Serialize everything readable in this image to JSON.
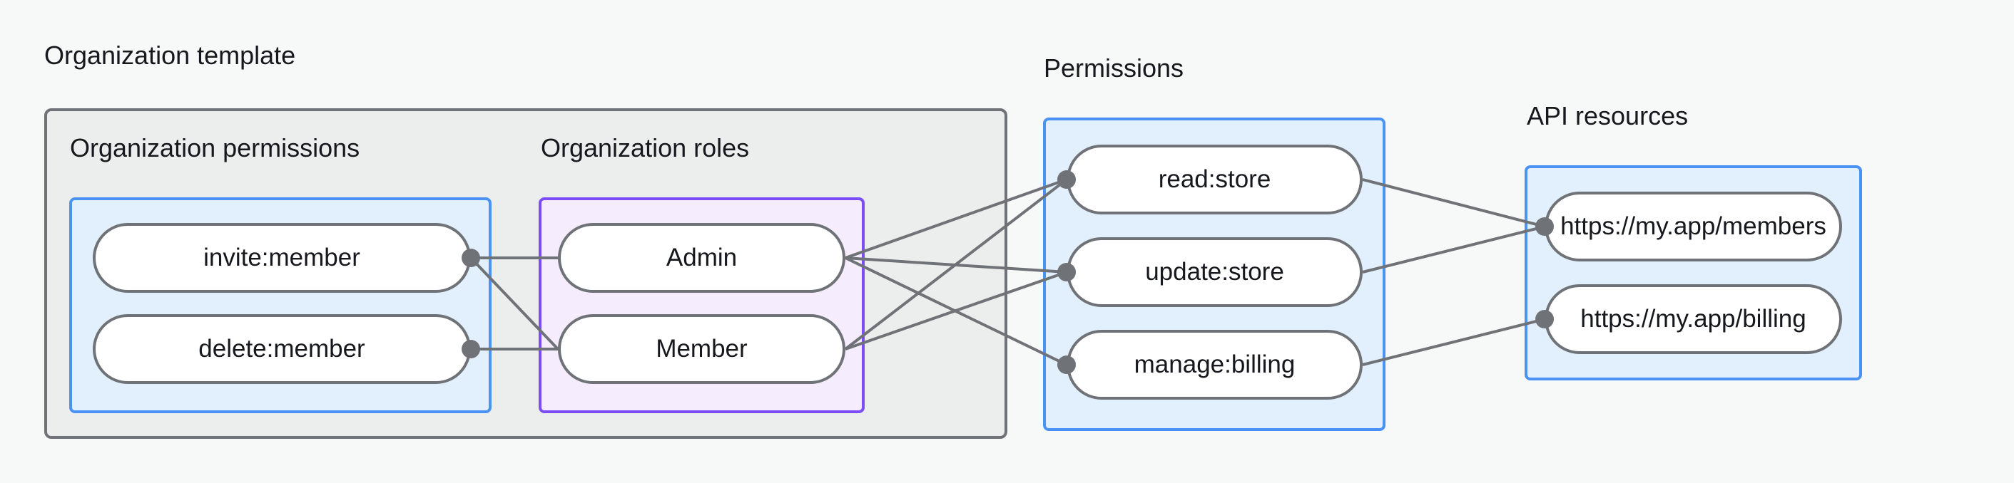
{
  "diagram": {
    "title_visible": false,
    "colors": {
      "background": "#f7f8f8",
      "outer_group_fill": "#eceeed",
      "outer_group_stroke": "#6f7276",
      "blue_group_fill": "#e2f0fd",
      "blue_group_stroke": "#4a93f5",
      "purple_group_fill": "#f5ecfd",
      "purple_group_stroke": "#7b4df4",
      "node_fill": "#ffffff",
      "node_stroke": "#6f7276",
      "edge_stroke": "#6f7276",
      "text": "#16181d"
    },
    "groups": [
      {
        "id": "org-template",
        "label": "Organization template"
      },
      {
        "id": "org-permissions",
        "label": "Organization permissions"
      },
      {
        "id": "org-roles",
        "label": "Organization roles"
      },
      {
        "id": "permissions",
        "label": "Permissions"
      },
      {
        "id": "api-resources",
        "label": "API resources"
      }
    ],
    "nodes": {
      "org_permissions": [
        {
          "id": "invite-member",
          "label": "invite:member"
        },
        {
          "id": "delete-member",
          "label": "delete:member"
        }
      ],
      "org_roles": [
        {
          "id": "admin",
          "label": "Admin"
        },
        {
          "id": "member",
          "label": "Member"
        }
      ],
      "permissions": [
        {
          "id": "read-store",
          "label": "read:store"
        },
        {
          "id": "update-store",
          "label": "update:store"
        },
        {
          "id": "manage-billing",
          "label": "manage:billing"
        }
      ],
      "api_resources": [
        {
          "id": "members-url",
          "label": "https://my.app/members"
        },
        {
          "id": "billing-url",
          "label": "https://my.app/billing"
        }
      ]
    },
    "edges": [
      {
        "from": "invite-member",
        "to": "admin"
      },
      {
        "from": "invite-member",
        "to": "member"
      },
      {
        "from": "delete-member",
        "to": "member"
      },
      {
        "from": "admin",
        "to": "read-store"
      },
      {
        "from": "admin",
        "to": "update-store"
      },
      {
        "from": "admin",
        "to": "manage-billing"
      },
      {
        "from": "member",
        "to": "read-store"
      },
      {
        "from": "member",
        "to": "update-store"
      },
      {
        "from": "read-store",
        "to": "members-url"
      },
      {
        "from": "update-store",
        "to": "members-url"
      },
      {
        "from": "manage-billing",
        "to": "billing-url"
      }
    ]
  }
}
